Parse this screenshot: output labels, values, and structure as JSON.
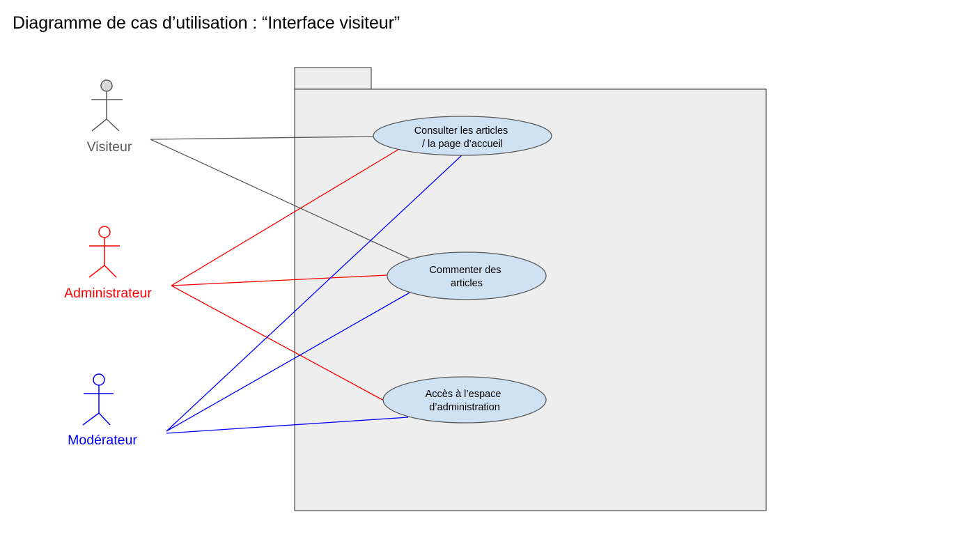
{
  "title": "Diagramme de cas d’utilisation : “Interface visiteur”",
  "colors": {
    "visiteur": "#595959",
    "administrateur": "#ff0000",
    "moderateur": "#0000ff",
    "actor_head_fill_visiteur": "#d9d9d9",
    "use_case_fill": "#cfe2f3",
    "system_fill": "#eeeeee",
    "system_stroke": "#595959"
  },
  "actors": [
    {
      "id": "visiteur",
      "label": "Visiteur"
    },
    {
      "id": "administrateur",
      "label": "Administrateur"
    },
    {
      "id": "moderateur",
      "label": "Modérateur"
    }
  ],
  "use_cases": [
    {
      "id": "consulter",
      "lines": [
        "Consulter les articles",
        "/ la page d’accueil"
      ]
    },
    {
      "id": "commenter",
      "lines": [
        "Commenter des",
        "articles"
      ]
    },
    {
      "id": "acces-admin",
      "lines": [
        "Accès à l’espace",
        "d’administration"
      ]
    }
  ],
  "associations": [
    {
      "actor": "visiteur",
      "use_case": "consulter"
    },
    {
      "actor": "visiteur",
      "use_case": "commenter"
    },
    {
      "actor": "administrateur",
      "use_case": "consulter"
    },
    {
      "actor": "administrateur",
      "use_case": "commenter"
    },
    {
      "actor": "administrateur",
      "use_case": "acces-admin"
    },
    {
      "actor": "moderateur",
      "use_case": "consulter"
    },
    {
      "actor": "moderateur",
      "use_case": "commenter"
    },
    {
      "actor": "moderateur",
      "use_case": "acces-admin"
    }
  ]
}
